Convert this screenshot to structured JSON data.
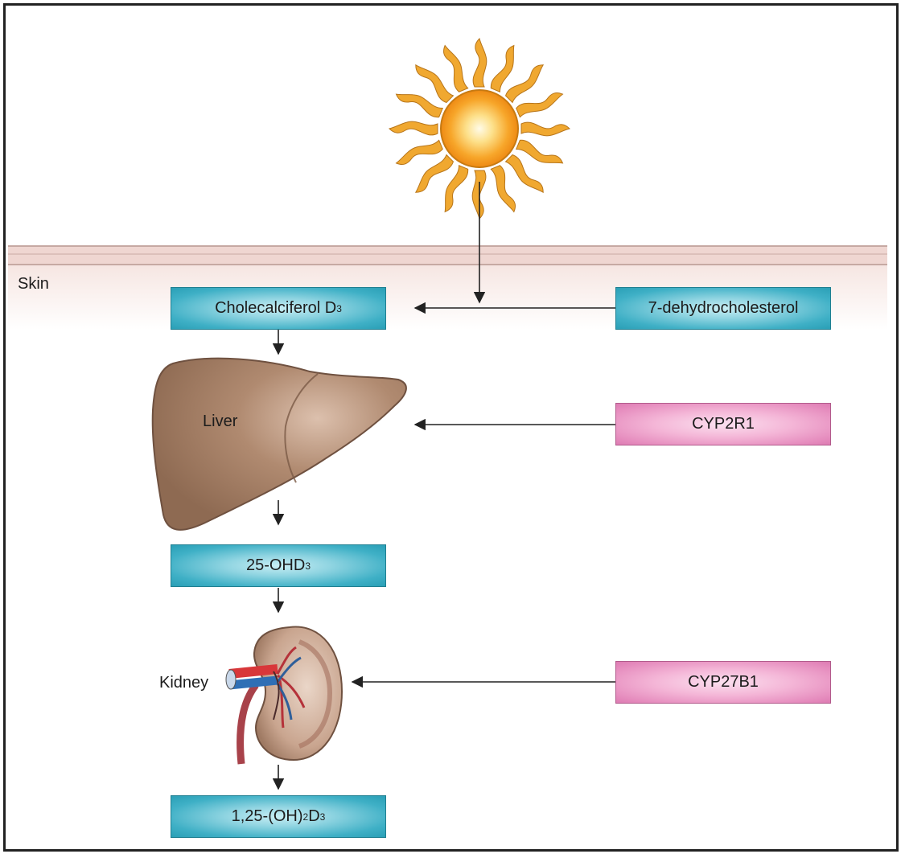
{
  "labels": {
    "skin": "Skin",
    "liver": "Liver",
    "kidney": "Kidney"
  },
  "boxes": {
    "cholecalciferol": {
      "text": "Cholecalciferol D",
      "sub": "3"
    },
    "dehydrocholesterol": {
      "text": "7-dehydrocholesterol"
    },
    "cyp2r1": {
      "text": "CYP2R1"
    },
    "ohd3": {
      "text": "25-OHD",
      "sub": "3"
    },
    "cyp27b1": {
      "text": "CYP27B1"
    },
    "final": {
      "pre": "1,25-(OH)",
      "sub1": "2",
      "mid": "D",
      "sub2": "3"
    }
  },
  "colors": {
    "metabolite_box": "#3fb0c6",
    "enzyme_box": "#e58bbd",
    "skin_band": "#e9c9c3",
    "organ_brown": "#a98066"
  },
  "icons": [
    "sun-icon",
    "liver-icon",
    "kidney-icon"
  ]
}
